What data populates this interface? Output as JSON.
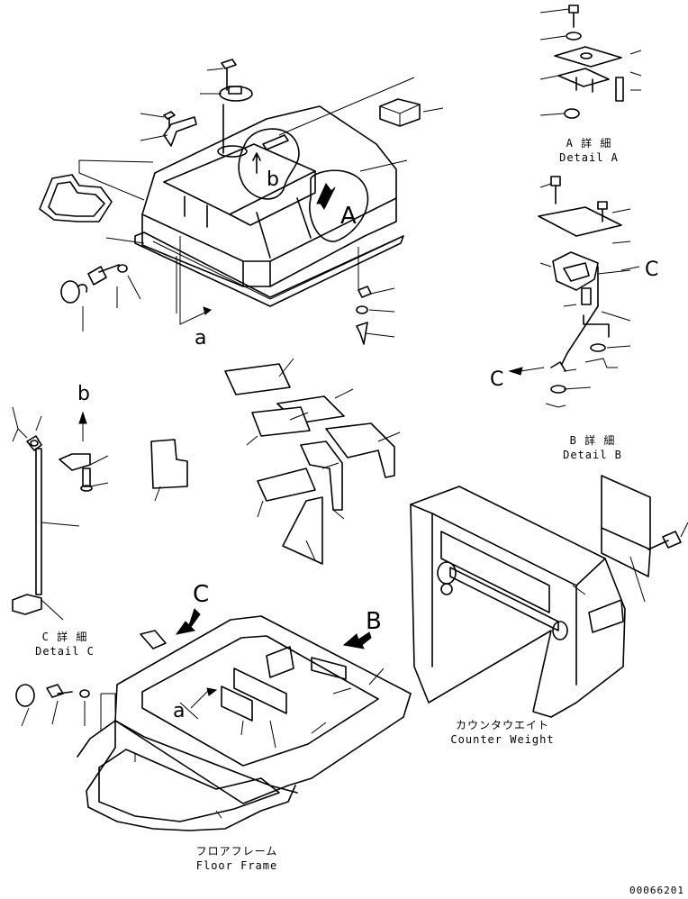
{
  "labels": {
    "detail_a_jp": "A 詳 細",
    "detail_a_en": "Detail A",
    "detail_b_jp": "B 詳 細",
    "detail_b_en": "Detail B",
    "detail_c_jp": "C 詳 細",
    "detail_c_en": "Detail C",
    "counterweight_jp": "カウンタウエイト",
    "counterweight_en": "Counter Weight",
    "floor_frame_jp": "フロアフレーム",
    "floor_frame_en": "Floor Frame",
    "drawing_number": "00066201"
  },
  "view_letters": {
    "A_big": "A",
    "B_big": "B",
    "C_big": "C",
    "a_top": "a",
    "b_top": "b",
    "b_left": "b",
    "a_floor": "a",
    "C_detail_a": "C",
    "C_detail_b": "C"
  }
}
